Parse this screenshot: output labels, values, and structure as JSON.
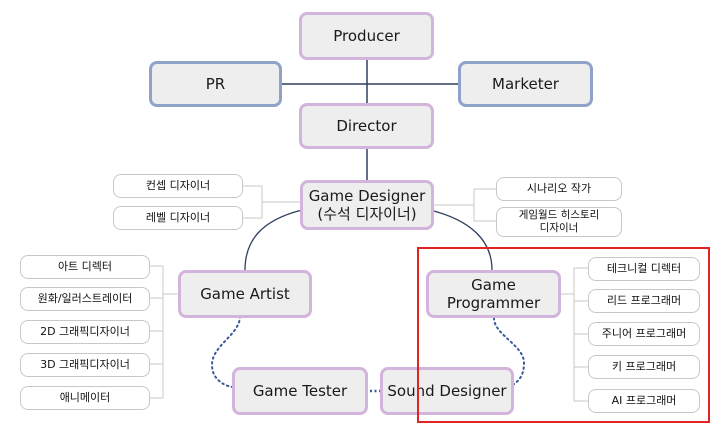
{
  "nodes": {
    "producer": "Producer",
    "pr": "PR",
    "marketer": "Marketer",
    "director": "Director",
    "game_designer_line1": "Game Designer",
    "game_designer_line2": "(수석 디자이너)",
    "game_artist": "Game Artist",
    "game_programmer": "Game Programmer",
    "game_tester": "Game Tester",
    "sound_designer": "Sound Designer"
  },
  "designer_left": [
    "컨셉 디자이너",
    "레벨 디자이너"
  ],
  "designer_right": [
    "시나리오 작가",
    "게임월드 히스토리\n디자이너"
  ],
  "artist_roles": [
    "아트 디렉터",
    "원화/일러스트레이터",
    "2D 그래픽디자이너",
    "3D 그래픽디자이너",
    "애니메이터"
  ],
  "programmer_roles": [
    "테크니컬 디렉터",
    "리드 프로그래머",
    "주니어 프로그래머",
    "키 프로그래머",
    "AI 프로그래머"
  ],
  "colors": {
    "node_fill": "#eeeeee",
    "purple_border": "#d2b4dc",
    "blue_border": "#8fa3c9",
    "connector": "#2f3f5f",
    "dotted_connector": "#3a5a9a",
    "highlight": "#e32222"
  }
}
